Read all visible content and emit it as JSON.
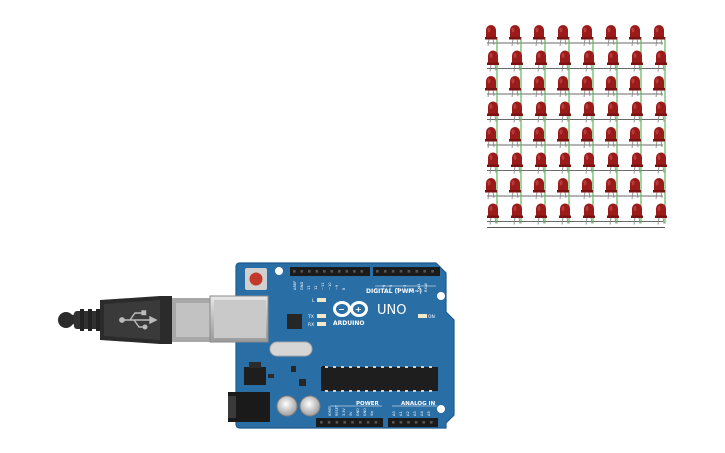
{
  "led_matrix": {
    "rows": 8,
    "cols": 8,
    "led_color": "#9b1a1a",
    "led_highlight": "#c44a4a",
    "wire_color": "#5cb85c"
  },
  "arduino": {
    "board_color": "#2a6ea6",
    "logo_text": "ARDUINO",
    "model_label": "UNO",
    "digital_label": "DIGITAL (PWM~)",
    "power_label": "POWER",
    "analog_label": "ANALOG IN",
    "on_label": "ON",
    "l_label": "L",
    "tx_label": "TX",
    "rx_label": "RX",
    "top_pin_labels": [
      "AREF",
      "GND",
      "13",
      "12",
      "~11",
      "~10",
      "~9",
      "8",
      "7",
      "~6",
      "~5",
      "4",
      "~3",
      "2",
      "TX▸1",
      "RX◂0"
    ],
    "power_pin_labels": [
      "IOREF",
      "RESET",
      "3.3V",
      "5V",
      "GND",
      "GND",
      "Vin"
    ],
    "analog_pin_labels": [
      "A0",
      "A1",
      "A2",
      "A3",
      "A4",
      "A5"
    ]
  },
  "usb_cable": {
    "color": "#2b2b2b"
  }
}
